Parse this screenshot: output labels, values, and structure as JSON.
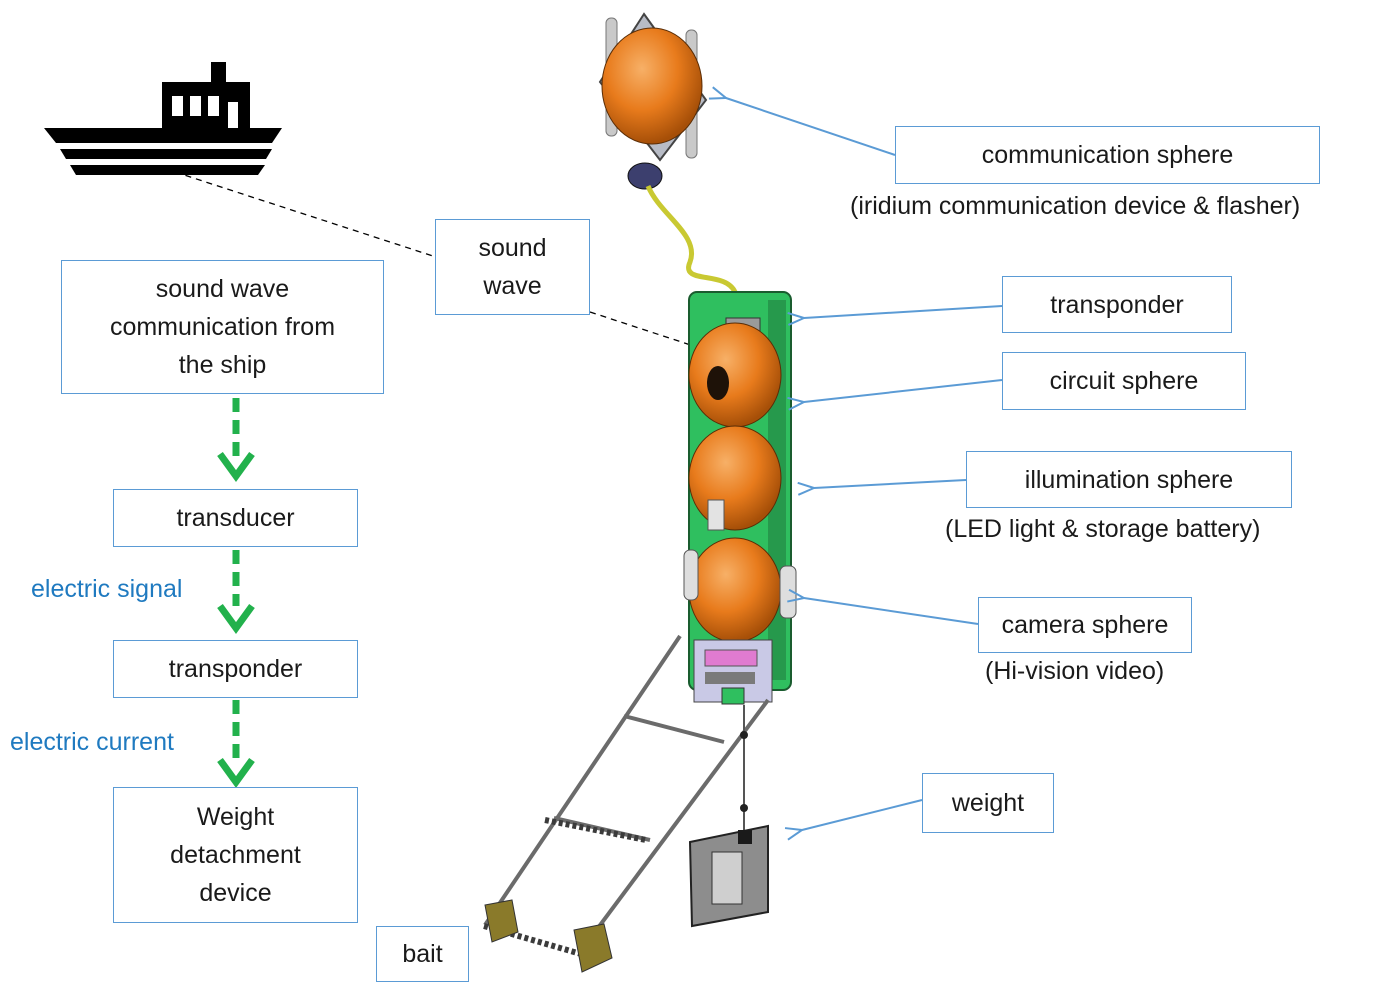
{
  "flow": {
    "step1": {
      "line1": "sound wave",
      "line2": "communication from",
      "line3": "the ship"
    },
    "step2": "transducer",
    "step3": "transponder",
    "step4": {
      "line1": "Weight",
      "line2": "detachment",
      "line3": "device"
    },
    "signal_label": "electric signal",
    "current_label": "electric current",
    "arrow_color": "#22b14c"
  },
  "sound_wave": {
    "line1": "sound",
    "line2": "wave"
  },
  "components": {
    "communication": {
      "label": "communication sphere",
      "sub": "(iridium communication device & flasher)"
    },
    "transponder": {
      "label": "transponder"
    },
    "circuit": {
      "label": "circuit sphere"
    },
    "illumination": {
      "label": "illumination sphere",
      "sub": "(LED light & storage battery)"
    },
    "camera": {
      "label": "camera sphere",
      "sub": "(Hi-vision video)"
    },
    "weight": {
      "label": "weight"
    },
    "bait": {
      "label": "bait"
    }
  },
  "colors": {
    "box_border": "#5b9bd5",
    "callout_arrow": "#5b9bd5",
    "sphere": "#e87b1c",
    "frame": "#2fbf5f",
    "label_blue": "#1f7ac0"
  },
  "icons": [
    "ship-icon",
    "lander-illustration"
  ]
}
